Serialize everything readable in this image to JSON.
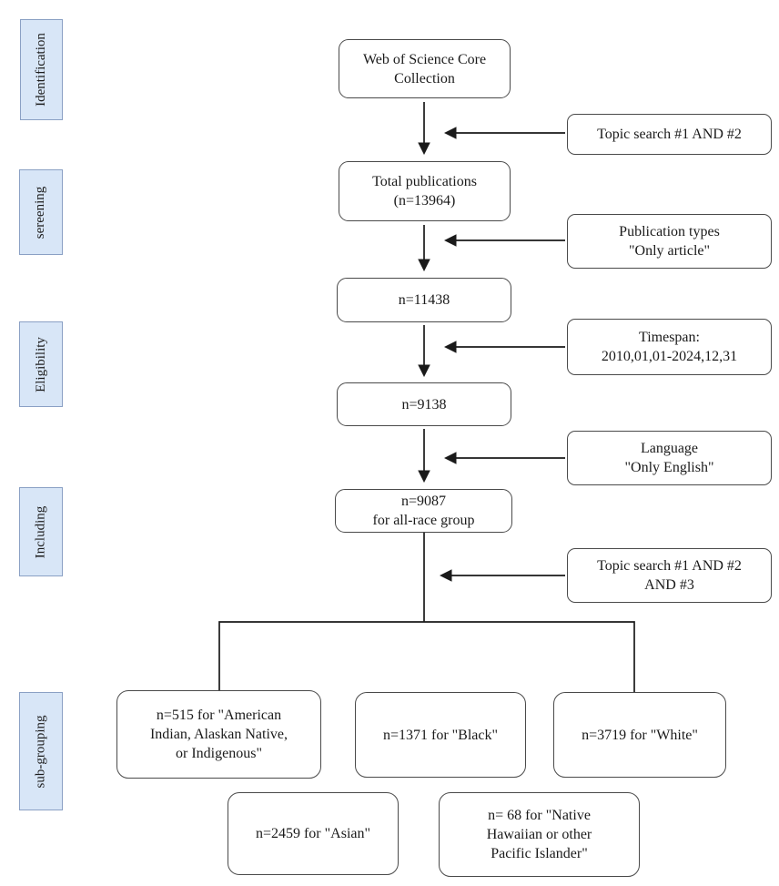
{
  "stages": [
    {
      "label": "Identification"
    },
    {
      "label": "sereening"
    },
    {
      "label": "Eligibility"
    },
    {
      "label": "Including"
    },
    {
      "label": "sub-grouping"
    }
  ],
  "main_flow": [
    {
      "lines": [
        "Web of Science Core",
        "Collection"
      ]
    },
    {
      "lines": [
        "Total publications",
        "(n=13964)"
      ]
    },
    {
      "lines": [
        "n=11438"
      ]
    },
    {
      "lines": [
        "n=9138"
      ]
    },
    {
      "lines": [
        "n=9087",
        "for all-race group"
      ]
    }
  ],
  "filters": [
    {
      "lines": [
        "Topic search #1 AND #2"
      ]
    },
    {
      "lines": [
        "Publication types",
        "\"Only article\""
      ]
    },
    {
      "lines": [
        "Timespan:",
        "2010,01,01-2024,12,31"
      ]
    },
    {
      "lines": [
        "Language",
        "\"Only English\""
      ]
    },
    {
      "lines": [
        "Topic search #1 AND #2",
        "AND #3"
      ]
    }
  ],
  "subgroups": [
    {
      "lines": [
        "n=515 for \"American",
        "Indian, Alaskan Native,",
        "or Indigenous\""
      ]
    },
    {
      "lines": [
        "n=1371 for \"Black\""
      ]
    },
    {
      "lines": [
        "n=3719 for \"White\""
      ]
    },
    {
      "lines": [
        "n=2459 for \"Asian\""
      ]
    },
    {
      "lines": [
        "n= 68 for \"Native",
        "Hawaiian or other",
        "Pacific Islander\""
      ]
    }
  ],
  "colors": {
    "stage_fill": "#d8e6f7",
    "stage_border": "#8aa0c4",
    "box_border": "#4a4a4a",
    "arrow": "#1a1a1a",
    "text": "#1a1a1a"
  }
}
